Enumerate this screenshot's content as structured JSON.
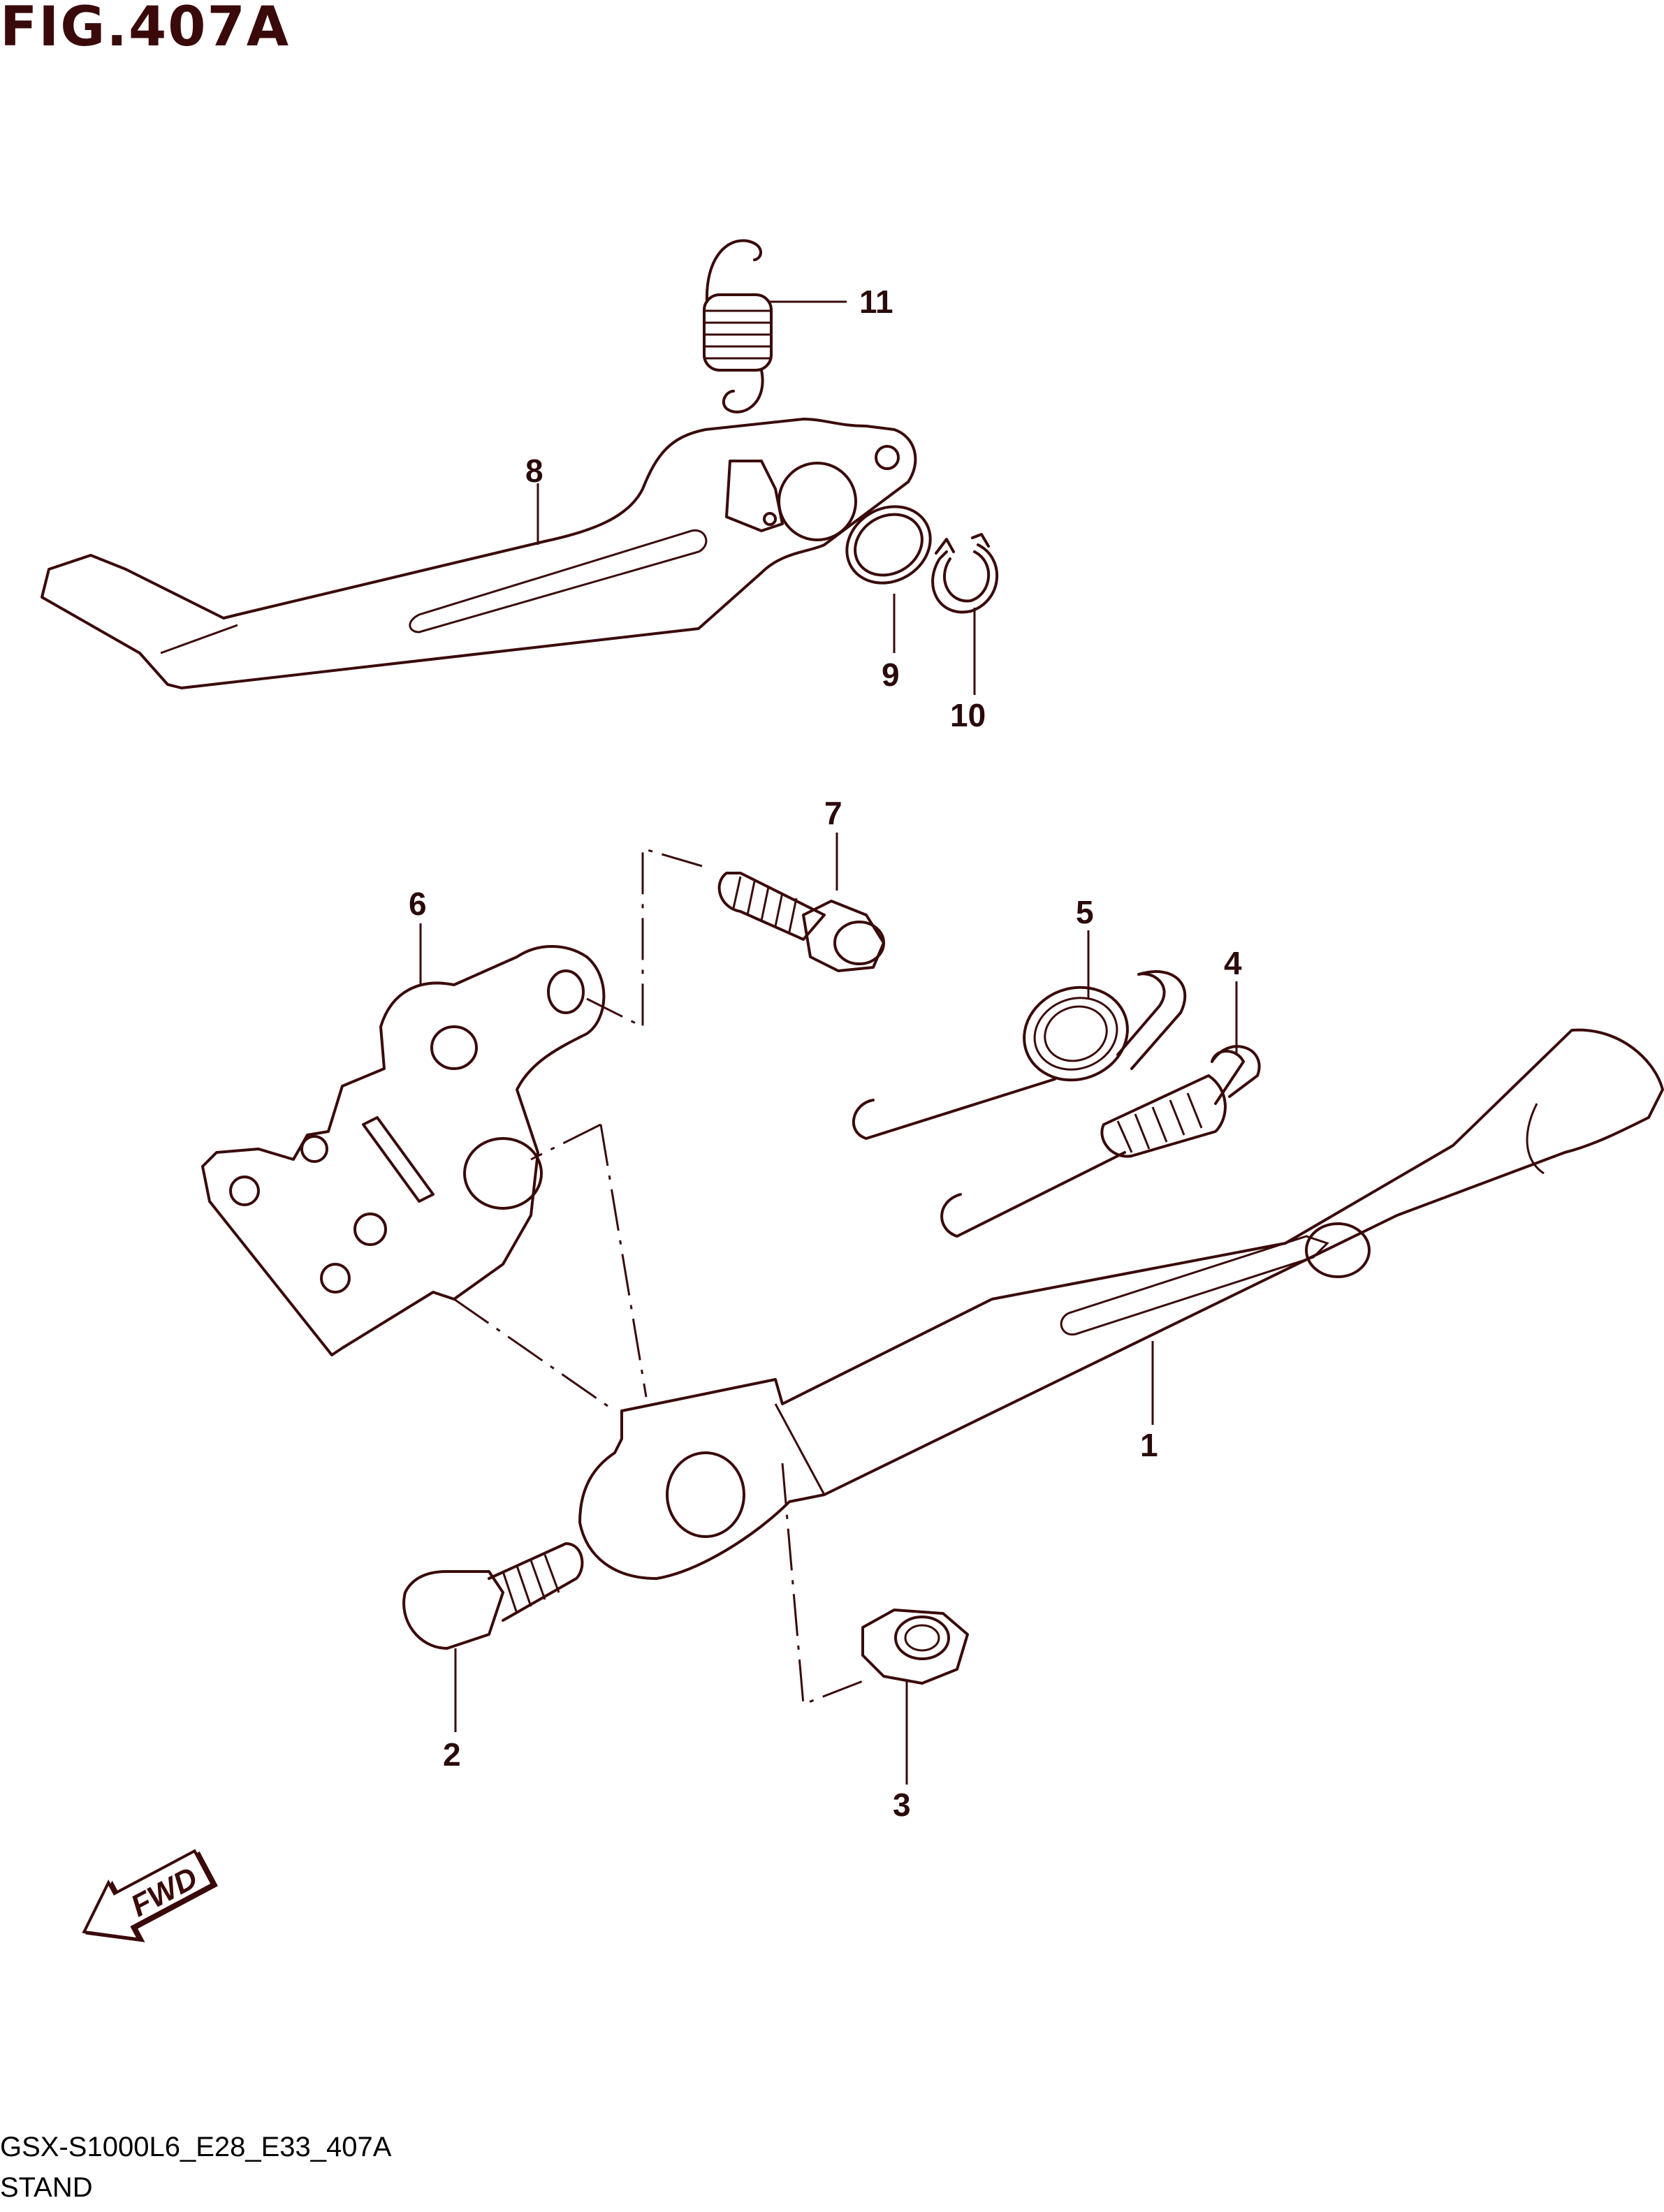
{
  "figure": {
    "title": "FIG.407A",
    "code": "GSX-S1000L6_E28_E33_407A",
    "name": "STAND"
  },
  "callouts": [
    "1",
    "2",
    "3",
    "4",
    "5",
    "6",
    "7",
    "8",
    "9",
    "10",
    "11"
  ],
  "direction_arrow": {
    "label": "FWD",
    "icon": "fwd-arrow-icon"
  },
  "colors": {
    "line": "#3a0a0a",
    "background": "#ffffff"
  }
}
